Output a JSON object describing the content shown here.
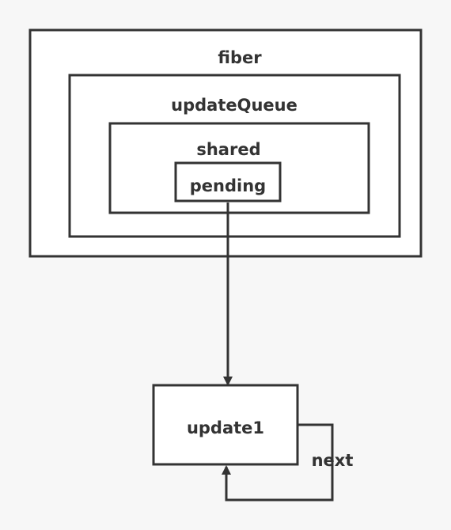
{
  "diagram": {
    "nodes": {
      "fiber": "fiber",
      "update_queue": "updateQueue",
      "shared": "shared",
      "pending": "pending",
      "update1": "update1"
    },
    "edges": {
      "next": "next"
    }
  },
  "colors": {
    "background": "#f7f7f7",
    "stroke": "#333333",
    "box_fill": "#ffffff"
  }
}
